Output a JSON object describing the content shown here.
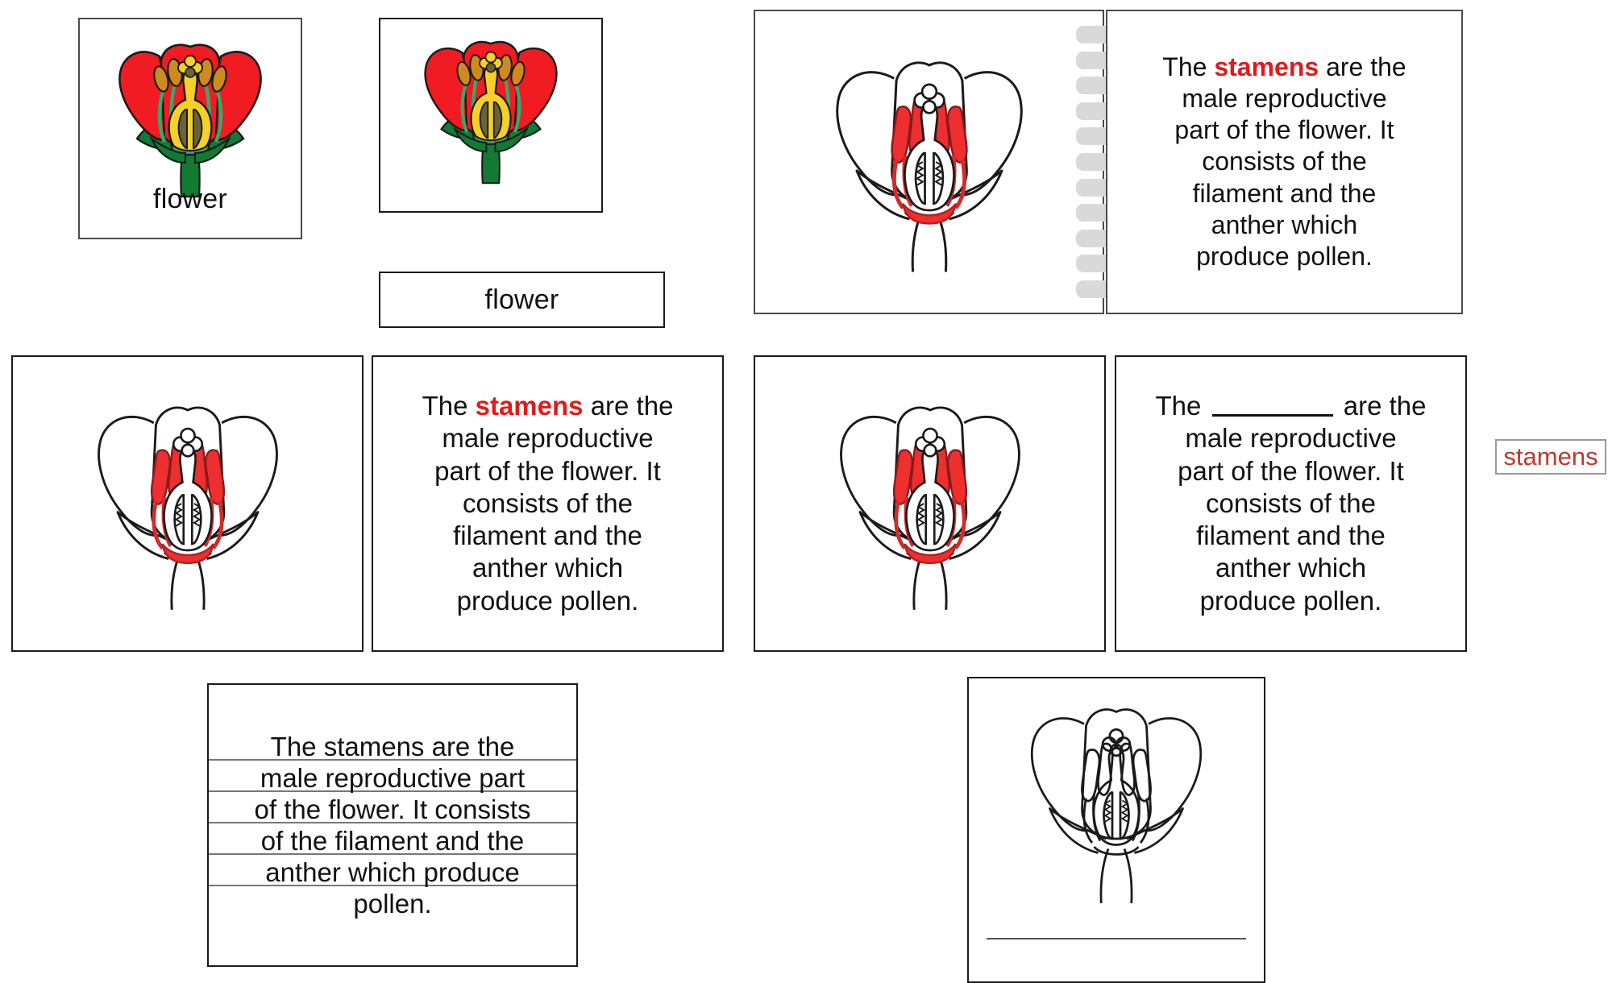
{
  "material": {
    "topic": "flower",
    "part_name": "stamens",
    "definition_lines": [
      "The stamens are the",
      "male reproductive",
      "part of the flower. It",
      "consists of the",
      "filament and the",
      "anther which",
      "produce pollen."
    ],
    "definition_blank_lines": [
      "The ________ are the",
      "male reproductive",
      "part of the flower. It",
      "consists of the",
      "filament and the",
      "anther which",
      "produce pollen."
    ],
    "ruled_lines": [
      "The stamens are the",
      "male reproductive part",
      "of the flower. It consists",
      "of the filament and the",
      "anther which produce",
      "pollen."
    ],
    "sentence": {
      "lead": "The",
      "keyword": "stamens",
      "rest_line1": "are the",
      "line2": "male reproductive",
      "line3": "part of the flower. It",
      "line4": "consists of the",
      "line5": "filament and the",
      "line6": "anther which",
      "line7": "produce pollen."
    },
    "blank_placeholder": ""
  },
  "cards": {
    "picture_label_card": {
      "label": "flower",
      "icon": "color-flower-diagram"
    },
    "picture_card": {
      "icon": "color-flower-diagram"
    },
    "label_card": {
      "label": "flower"
    },
    "booklet": {
      "left_page_icon": "outline-flower-stamens-highlighted",
      "binding_icon": "spiral-binding",
      "right_page_heading": "The",
      "keyword": "stamens"
    },
    "def_picture_card": {
      "icon": "outline-flower-stamens-highlighted"
    },
    "def_text_card": {
      "keyword": "stamens"
    },
    "blank_picture_card": {
      "icon": "outline-flower-stamens-highlighted"
    },
    "blank_text_card": {
      "blank": "________"
    },
    "answer_chip": {
      "label": "stamens",
      "color": "#c0392b"
    },
    "ruled_writing_card": {
      "keyword": "stamens"
    },
    "booklet_blank_page": {
      "icon": "outline-flower-plain",
      "write_line": ""
    }
  },
  "colors": {
    "petal_red": "#f11b22",
    "leaf_green": "#117a33",
    "sepal_green": "#39a86b",
    "anther_orange": "#cf8a1e",
    "pistil_yellow": "#f4d029",
    "ovary_olive": "#6b6238",
    "outline_black": "#1a1a1a",
    "highlight_red": "#ee2f2f",
    "keyword_red": "#e01b1b",
    "chip_red": "#c0392b",
    "spiral_gray": "#d9d9d9",
    "border_dark": "#4a4a52",
    "border_black": "#1a1a1a",
    "rule_gray": "#777777"
  }
}
